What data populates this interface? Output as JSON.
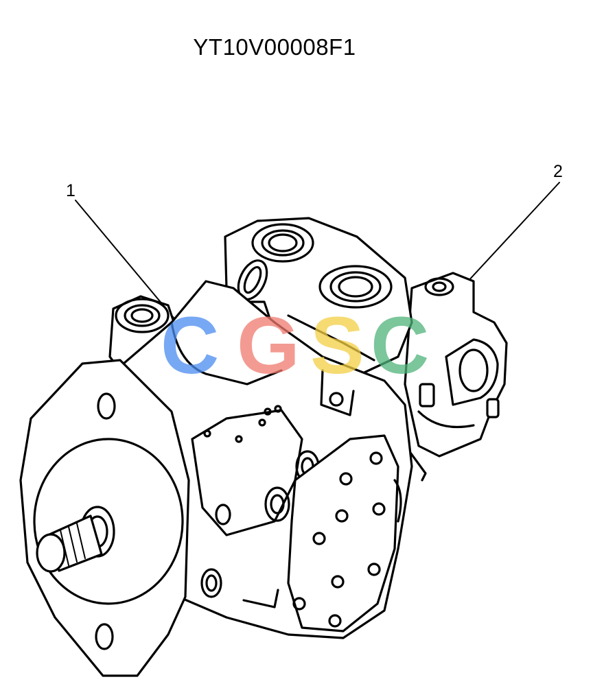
{
  "figure": {
    "title": "YT10V00008F1",
    "callouts": [
      {
        "label": "1"
      },
      {
        "label": "2"
      }
    ]
  },
  "watermark": {
    "text": "CGSC",
    "colors": [
      "#4a8cf0",
      "#f07a6e",
      "#f3cf45",
      "#4fb37a"
    ]
  }
}
